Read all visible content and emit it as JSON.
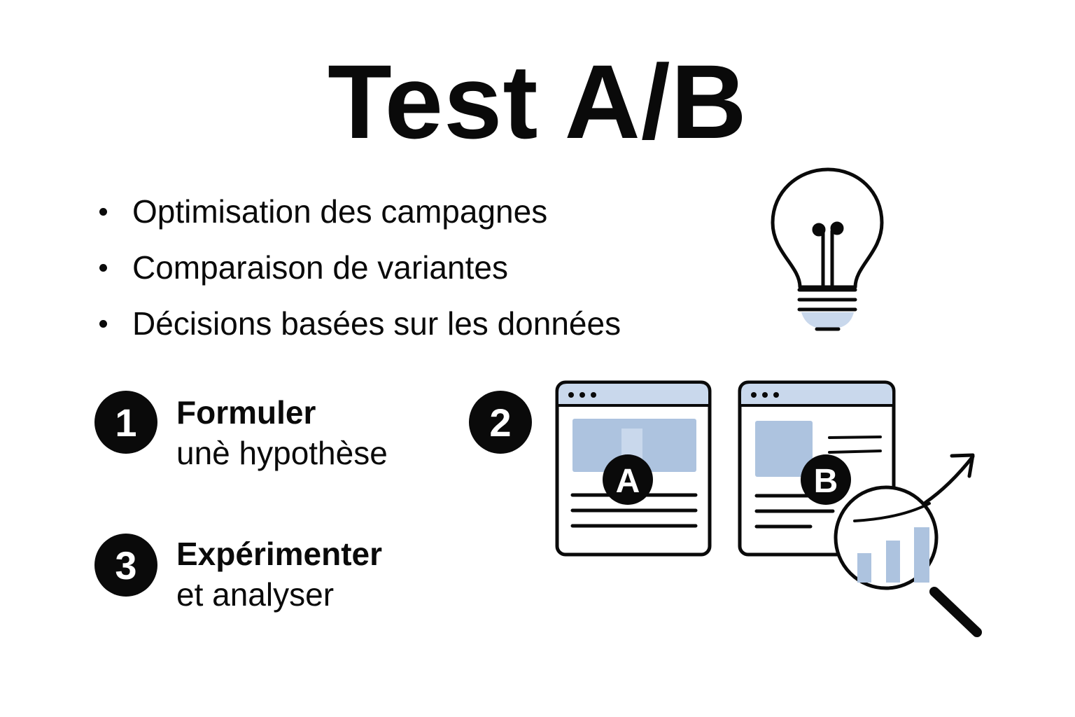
{
  "title": "Test A/B",
  "bullets": [
    "Optimisation des campagnes",
    "Comparaison de variantes",
    "Décisions basées sur les données"
  ],
  "steps": [
    {
      "number": "1",
      "title": "Formuler",
      "subtitle": "unè hypothèse"
    },
    {
      "number": "2"
    },
    {
      "number": "3",
      "title": "Expérimenter",
      "subtitle": "et analyser"
    }
  ],
  "variants": {
    "a_label": "A",
    "b_label": "B"
  },
  "icons": [
    "lightbulb-icon",
    "browser-window-icon",
    "magnifier-icon",
    "bar-chart-icon",
    "trend-arrow-icon"
  ],
  "colors": {
    "text": "#0a0a0a",
    "accent_light": "#c9d8ec",
    "accent_block": "#adc3df",
    "background": "#ffffff"
  }
}
